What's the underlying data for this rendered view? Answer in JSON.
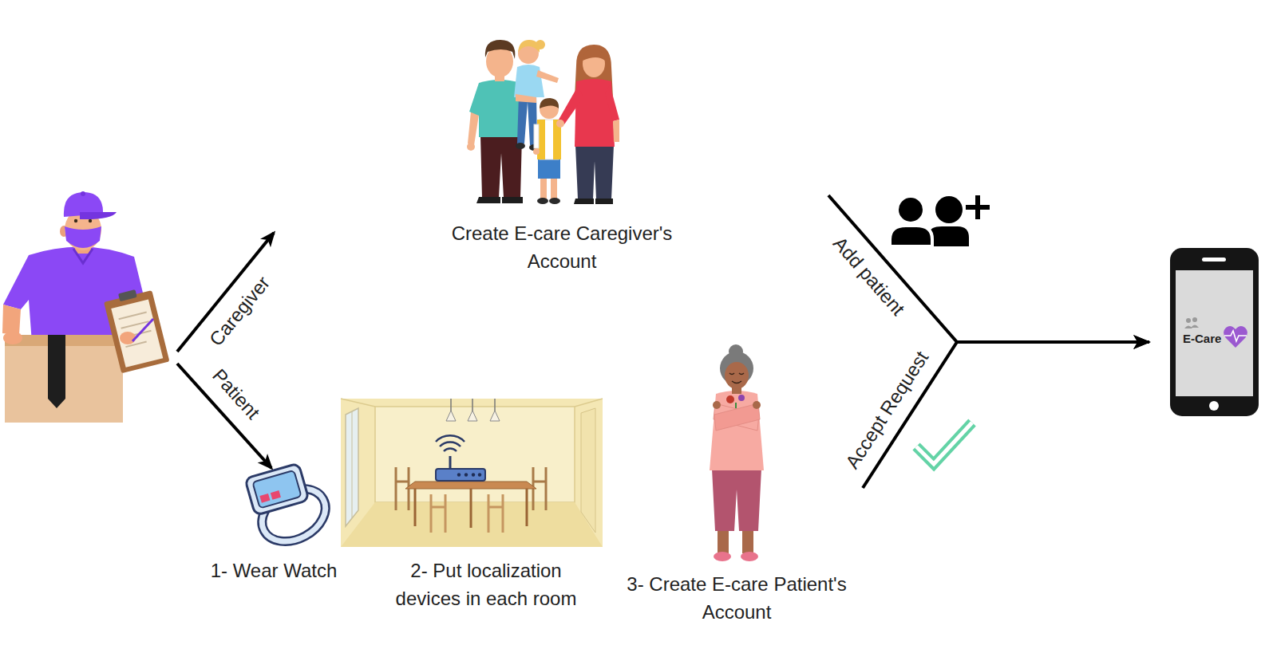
{
  "diagram": {
    "nodes": [
      {
        "text": [
          "Create E-care Caregiver's Account"
        ]
      },
      {
        "text": [
          "1- Wear Watch"
        ]
      },
      {
        "text": [
          "2- Put localization devices in each room"
        ]
      },
      {
        "text": [
          "3- Create E-care Patient's Account"
        ]
      },
      {
        "text": [
          "E-Care"
        ]
      }
    ],
    "edges": [
      {
        "from": 0,
        "to": 4,
        "arrow": "to",
        "label": "Add patient"
      },
      {
        "from": 3,
        "to": 4,
        "arrow": "to",
        "label": "Accept Request"
      }
    ],
    "labels": [
      "Caregiver",
      "Patient"
    ]
  }
}
